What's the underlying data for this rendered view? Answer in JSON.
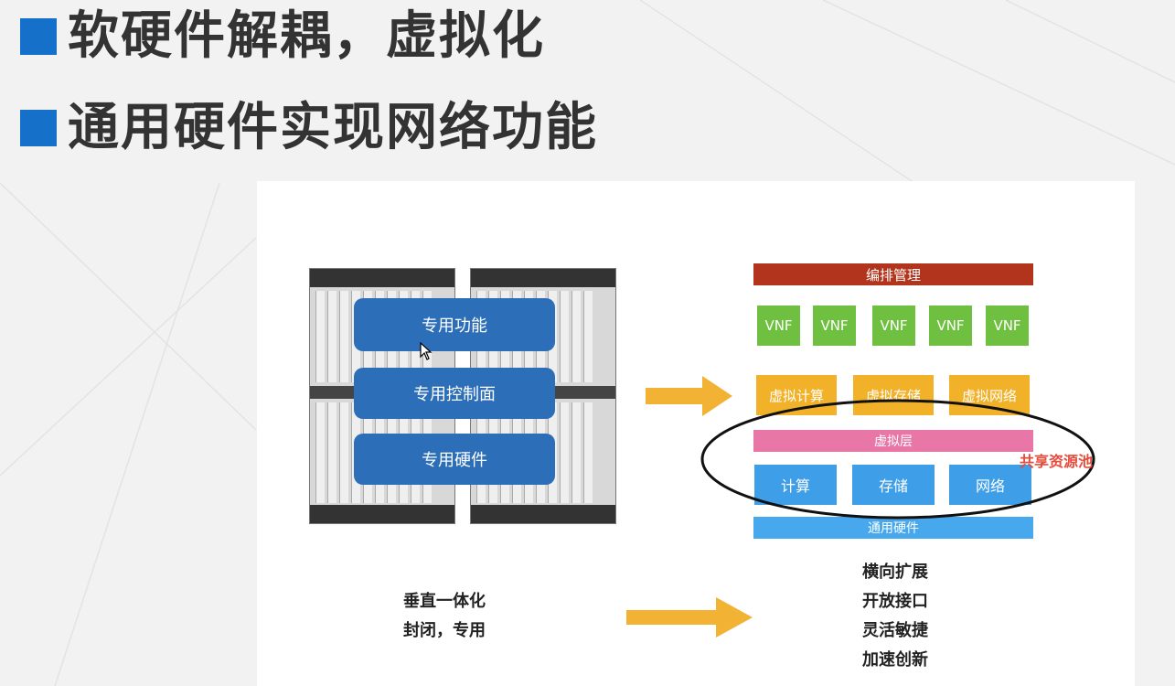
{
  "headings": [
    {
      "text": "软硬件解耦，虚拟化"
    },
    {
      "text": "通用硬件实现网络功能"
    }
  ],
  "left": {
    "blocks": [
      "专用功能",
      "专用控制面",
      "专用硬件"
    ],
    "captions": [
      "垂直一体化",
      "封闭，专用"
    ]
  },
  "right": {
    "orchestration": "编排管理",
    "vnfs": [
      "VNF",
      "VNF",
      "VNF",
      "VNF",
      "VNF"
    ],
    "virtual_resources": [
      "虚拟计算",
      "虚拟存储",
      "虚拟网络"
    ],
    "virtual_layer": "虚拟层",
    "physical_resources": [
      "计算",
      "存储",
      "网络"
    ],
    "hardware": "通用硬件",
    "pool_label": "共享资源池",
    "captions": [
      "横向扩展",
      "开放接口",
      "灵活敏捷",
      "加速创新"
    ]
  },
  "colors": {
    "heading_square": "#1470c8",
    "orchestration": "#b3341c",
    "vnf": "#6fc040",
    "virtual": "#f1b229",
    "virtual_layer": "#e876a6",
    "physical": "#3e9ee8",
    "hardware": "#47a8ee",
    "arrow": "#f2b233",
    "pool_label": "#e64b3b",
    "left_block": "#2c6fb8"
  }
}
